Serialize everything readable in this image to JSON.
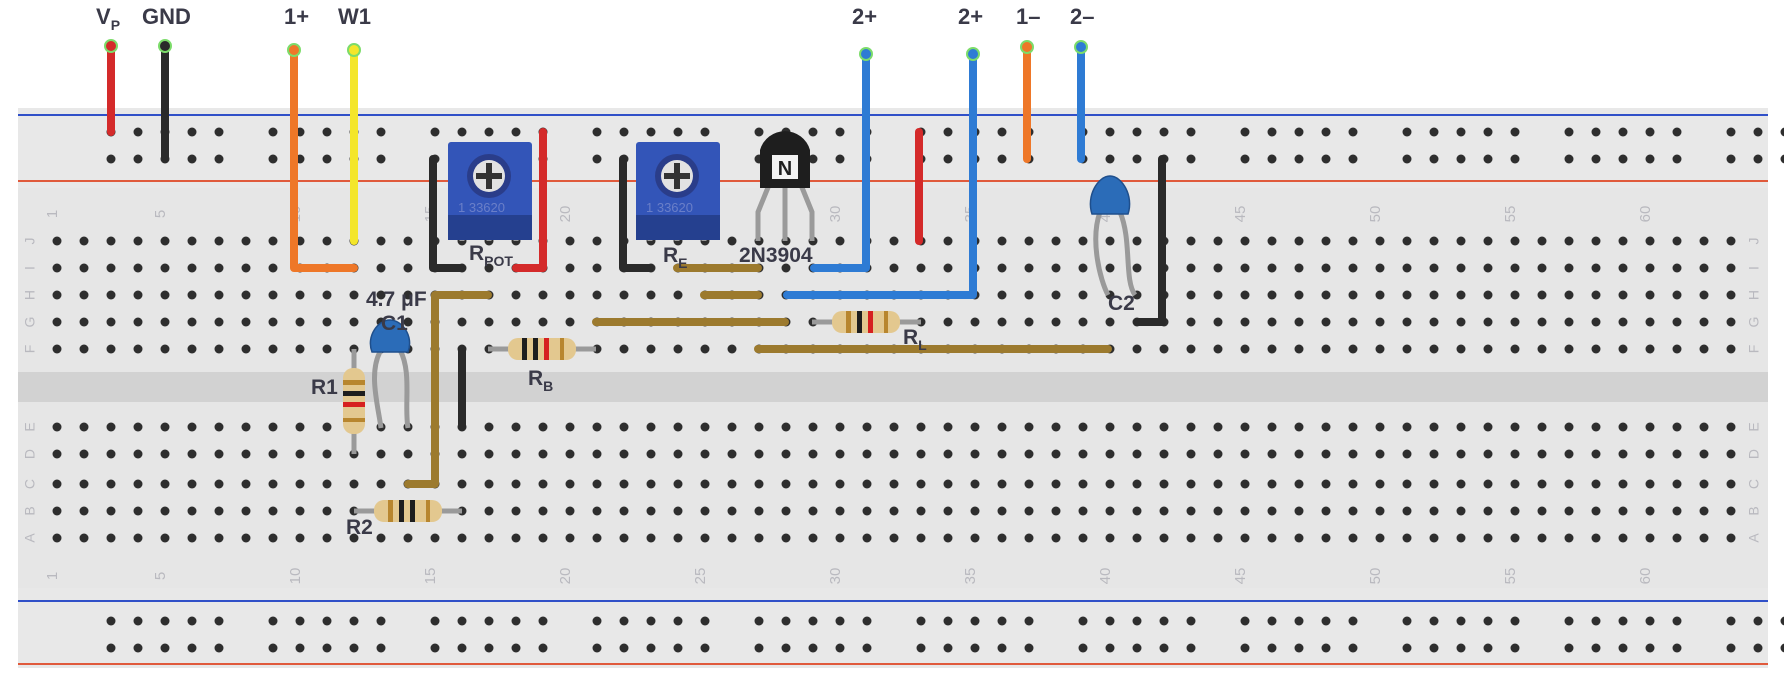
{
  "top_labels": {
    "vp": "V",
    "vp_sub": "P",
    "gnd": "GND",
    "one_plus": "1+",
    "w1": "W1",
    "two_plus_a": "2+",
    "two_plus_b": "2+",
    "one_minus": "1–",
    "two_minus": "2–"
  },
  "component_labels": {
    "rpot": "R",
    "rpot_sub": "POT",
    "re": "R",
    "re_sub": "E",
    "transistor": "2N3904",
    "cap_value": "4.7 μF",
    "c1": "C1",
    "c2": "C2",
    "r1": "R1",
    "r2": "R2",
    "rb": "R",
    "rb_sub": "B",
    "rl": "R",
    "rl_sub": "L"
  },
  "pot_marking": "1 33620",
  "transistor_marking": "N",
  "column_numbers": [
    "1",
    "5",
    "10",
    "15",
    "20",
    "25",
    "30",
    "35",
    "40",
    "45",
    "50",
    "55",
    "60"
  ],
  "row_letters_top": [
    "J",
    "I",
    "H",
    "G",
    "F"
  ],
  "row_letters_bottom": [
    "E",
    "D",
    "C",
    "B",
    "A"
  ],
  "colors": {
    "board": "#e6e6e6",
    "trench": "#d2d2d2",
    "rail_blue": "#3050c8",
    "rail_red": "#e05a3c",
    "wire_red": "#d42a2a",
    "wire_black": "#2a2a2a",
    "wire_orange": "#ee7728",
    "wire_yellow": "#f4e62a",
    "wire_blue": "#2e7bd4",
    "wire_brown": "#9c7a2e",
    "pot_blue": "#3355b8",
    "cap_blue": "#2b6cb8",
    "label": "#3a3a48"
  }
}
